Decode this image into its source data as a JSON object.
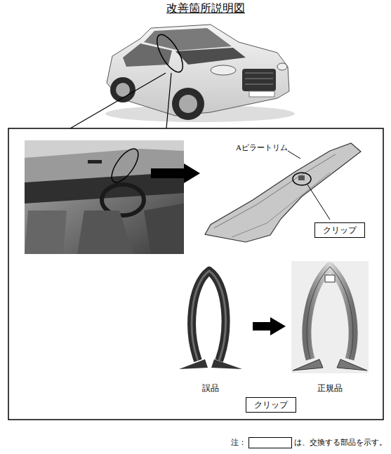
{
  "diagram": {
    "title": "改善箇所説明図",
    "nodes": [
      {
        "text": [
          "クリップ"
        ]
      },
      {
        "text": [
          "クリップ"
        ]
      }
    ],
    "labels": [
      "Aピラートリム",
      "誤品",
      "正規品",
      "注：",
      "は、交換する部品を示す。"
    ]
  }
}
